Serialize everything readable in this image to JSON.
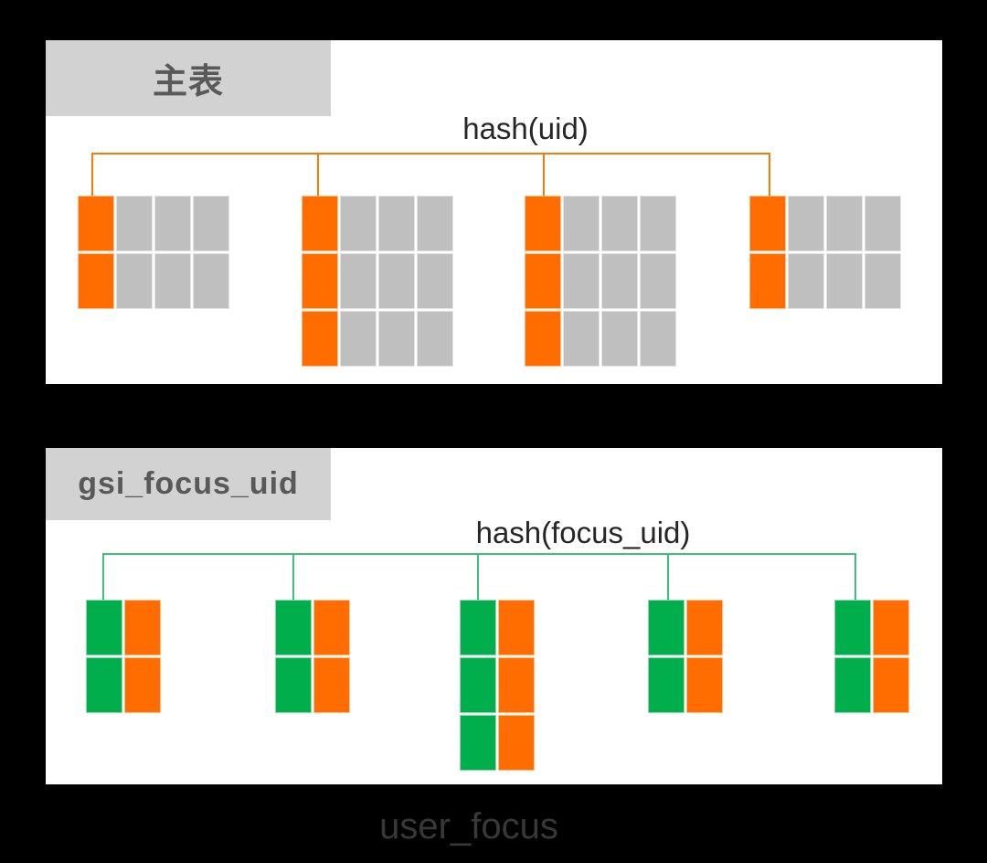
{
  "colors": {
    "background": "#000000",
    "panel_bg": "#ffffff",
    "label_bg": "#d2d2d2",
    "label_text": "#595959",
    "hash_text": "#262626",
    "orange_cell": "#ff6d00",
    "gray_cell": "#bfbfbf",
    "green_cell": "#00ae4c",
    "orange_connector": "#f57c00",
    "green_connector": "#3fbf7f",
    "caption_text": "#383838"
  },
  "main_table": {
    "label": "主表",
    "hash_label": "hash(uid)",
    "key_column_color": "#ff6d00",
    "data_column_color": "#bfbfbf",
    "connector_color": "#f57c00",
    "shards": [
      {
        "rows": 2,
        "cols": 4
      },
      {
        "rows": 3,
        "cols": 4
      },
      {
        "rows": 3,
        "cols": 4
      },
      {
        "rows": 2,
        "cols": 4
      }
    ]
  },
  "gsi_table": {
    "label": "gsi_focus_uid",
    "hash_label": "hash(focus_uid)",
    "key_column_color": "#00ae4c",
    "data_column_color": "#ff6d00",
    "connector_color": "#3fbf7f",
    "shards": [
      {
        "rows": 2,
        "cols": 2
      },
      {
        "rows": 2,
        "cols": 2
      },
      {
        "rows": 3,
        "cols": 2
      },
      {
        "rows": 2,
        "cols": 2
      },
      {
        "rows": 2,
        "cols": 2
      }
    ]
  },
  "caption": {
    "text": "user_focus"
  }
}
